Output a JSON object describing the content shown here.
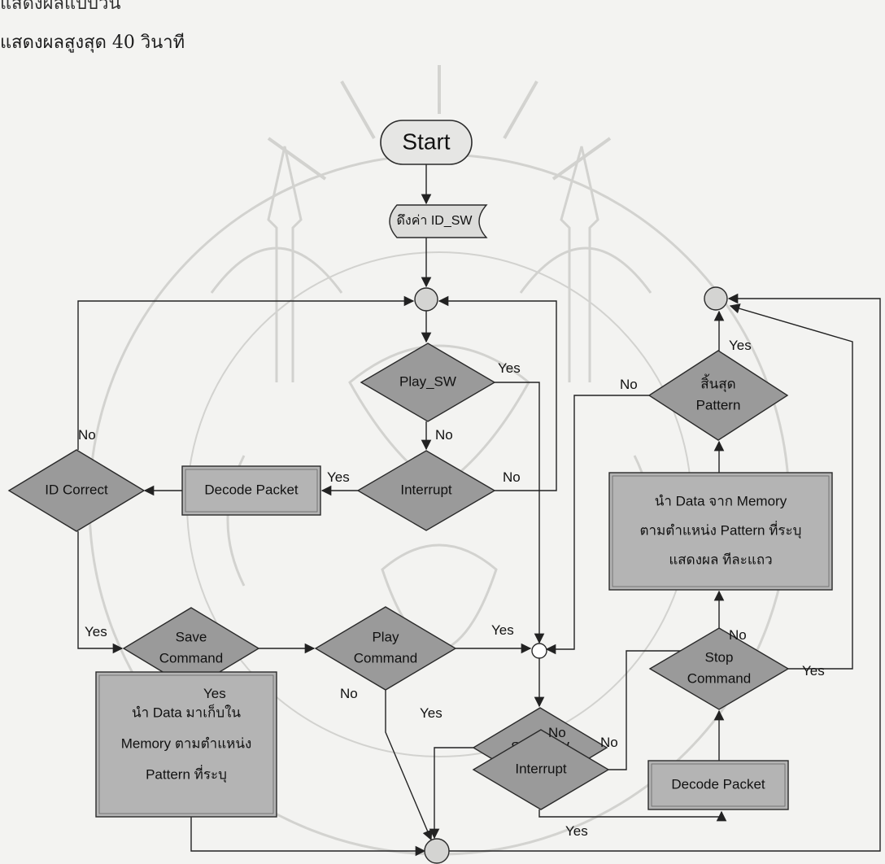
{
  "intro": {
    "cut_line": "แสดงผลแบบวน",
    "line": "แสดงผลสูงสุด 40 วินาที"
  },
  "flow": {
    "start": "Start",
    "read_id": "ดึงค่า ID_SW",
    "play_sw": "Play_SW",
    "interrupt": "Interrupt",
    "decode_packet": "Decode Packet",
    "id_correct": "ID Correct",
    "save_command": [
      "Save",
      "Command"
    ],
    "play_command": [
      "Play",
      "Command"
    ],
    "store_data": [
      "นำ Data มาเก็บใน",
      "Memory ตามตำแหน่ง",
      "Pattern ที่ระบุ"
    ],
    "stop_sw": "Stop_SW",
    "show_data": [
      "นำ Data จาก Memory",
      "ตามตำแหน่ง Pattern ที่ระบุ",
      "แสดงผล ทีละแถว"
    ],
    "end_pattern": [
      "สิ้นสุด",
      "Pattern"
    ],
    "stop_command": [
      "Stop",
      "Command"
    ]
  },
  "labels": {
    "yes": "Yes",
    "no": "No"
  },
  "colors": {
    "diamond": "#9a9a9a",
    "process": "#b4b4b4",
    "stroke": "#2a2a2a",
    "watermark": "#c9c9c6"
  }
}
